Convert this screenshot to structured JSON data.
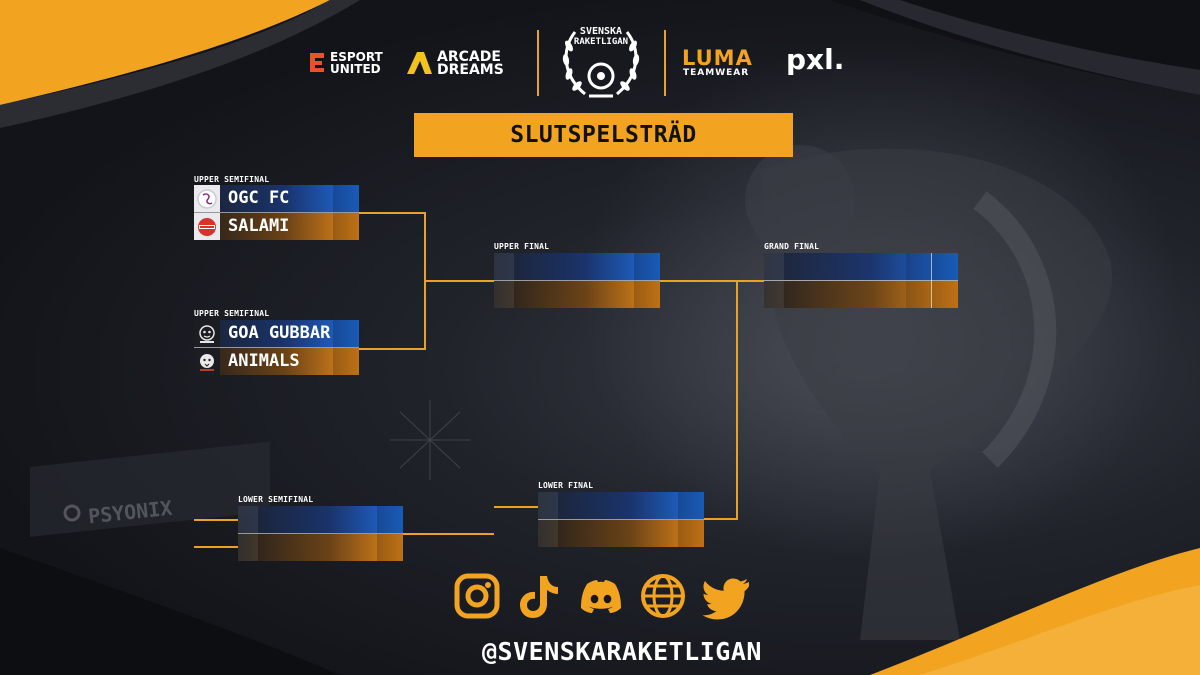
{
  "header": {
    "sponsors_left": [
      {
        "name": "ESPORT UNITED",
        "line1": "ESPORT",
        "line2": "UNITED"
      },
      {
        "name": "ARCADE DREAMS",
        "line1": "ARCADE",
        "line2": "DREAMS"
      }
    ],
    "league_logo": {
      "line1": "SVENSKA",
      "line2": "RAKETLIGAN"
    },
    "sponsors_right": [
      {
        "name": "LUMA TEAMWEAR",
        "line1": "LUMA",
        "line2": "TEAMWEAR"
      },
      {
        "name": "pxl.",
        "line1": "pxl."
      }
    ]
  },
  "title": "SLUTSPELSTRÄD",
  "bracket": {
    "upper_semifinal_1": {
      "label": "UPPER SEMIFINAL",
      "teams": [
        "OGC FC",
        "SALAMI"
      ]
    },
    "upper_semifinal_2": {
      "label": "UPPER SEMIFINAL",
      "teams": [
        "GOA GUBBAR",
        "ANIMALS"
      ]
    },
    "upper_final": {
      "label": "UPPER FINAL",
      "teams": [
        "",
        ""
      ]
    },
    "grand_final": {
      "label": "GRAND FINAL",
      "teams": [
        "",
        ""
      ]
    },
    "lower_semifinal": {
      "label": "LOWER SEMIFINAL",
      "teams": [
        "",
        ""
      ]
    },
    "lower_final": {
      "label": "LOWER FINAL",
      "teams": [
        "",
        ""
      ]
    }
  },
  "background": {
    "watermark": "PSYONIX"
  },
  "footer": {
    "social_icons": [
      "instagram-icon",
      "tiktok-icon",
      "discord-icon",
      "website-icon",
      "twitter-icon"
    ],
    "handle": "@SVENSKARAKETLIGAN"
  },
  "colors": {
    "accent": "#F2A421",
    "slot_blue": "#1F6FE0",
    "slot_orange": "#E88A1A",
    "background": "#14161B"
  }
}
